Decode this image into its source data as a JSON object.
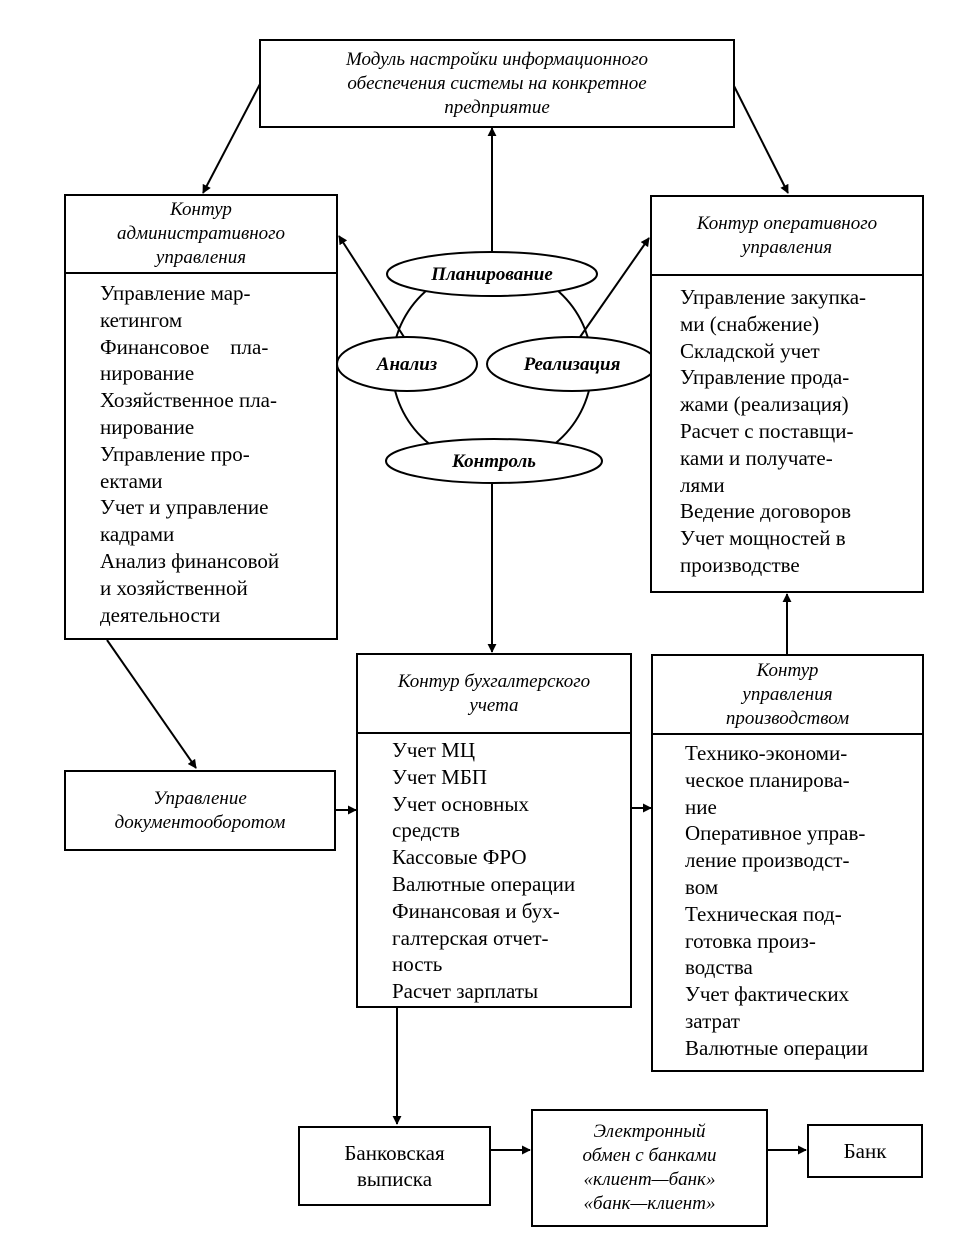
{
  "module": {
    "lines": [
      "Модуль настройки информационного",
      "обеспечения системы на конкретное",
      "предприятие"
    ]
  },
  "admin": {
    "title_lines": [
      "Контур",
      "административного",
      "управления"
    ],
    "items": [
      "Управление мар-",
      "кетингом",
      "Финансовое    пла-",
      "нирование",
      "Хозяйственное пла-",
      "нирование",
      "Управление про-",
      "ектами",
      "Учет и управление",
      "кадрами",
      "Анализ финансовой",
      "и хозяйственной",
      "деятельности"
    ]
  },
  "oper": {
    "title_lines": [
      "Контур оперативного",
      "управления"
    ],
    "items": [
      "Управление закупка-",
      "ми (снабжение)",
      "Складской учет",
      "Управление прода-",
      "жами (реализация)",
      "Расчет с поставщи-",
      "ками и получате-",
      "лями",
      "Ведение договоров",
      "Учет мощностей в",
      "производстве"
    ]
  },
  "cycle": {
    "planning": "Планирование",
    "analysis": "Анализ",
    "realization": "Реализация",
    "control": "Контроль"
  },
  "accounting": {
    "title_lines": [
      "Контур бухгалтерского",
      "учета"
    ],
    "items": [
      "Учет МЦ",
      "Учет МБП",
      "Учет основных",
      "средств",
      "Кассовые ФРО",
      "Валютные операции",
      "Финансовая и бух-",
      "галтерская отчет-",
      "ность",
      "Расчет зарплаты"
    ]
  },
  "production": {
    "title_lines": [
      "Контур",
      "управления",
      "производством"
    ],
    "items": [
      "Технико-экономи-",
      "ческое планирова-",
      "ние",
      "Оперативное управ-",
      "ление производст-",
      "вом",
      "Техническая под-",
      "готовка произ-",
      "водства",
      "Учет фактических",
      "затрат",
      "Валютные операции"
    ]
  },
  "docflow": {
    "lines": [
      "Управление",
      "документооборотом"
    ]
  },
  "bank_statement": {
    "lines": [
      "Банковская",
      "выписка"
    ]
  },
  "exchange": {
    "lines": [
      "Электронный",
      "обмен с банками",
      "«клиент—банк»",
      "«банк—клиент»"
    ]
  },
  "bank": {
    "label": "Банк"
  }
}
